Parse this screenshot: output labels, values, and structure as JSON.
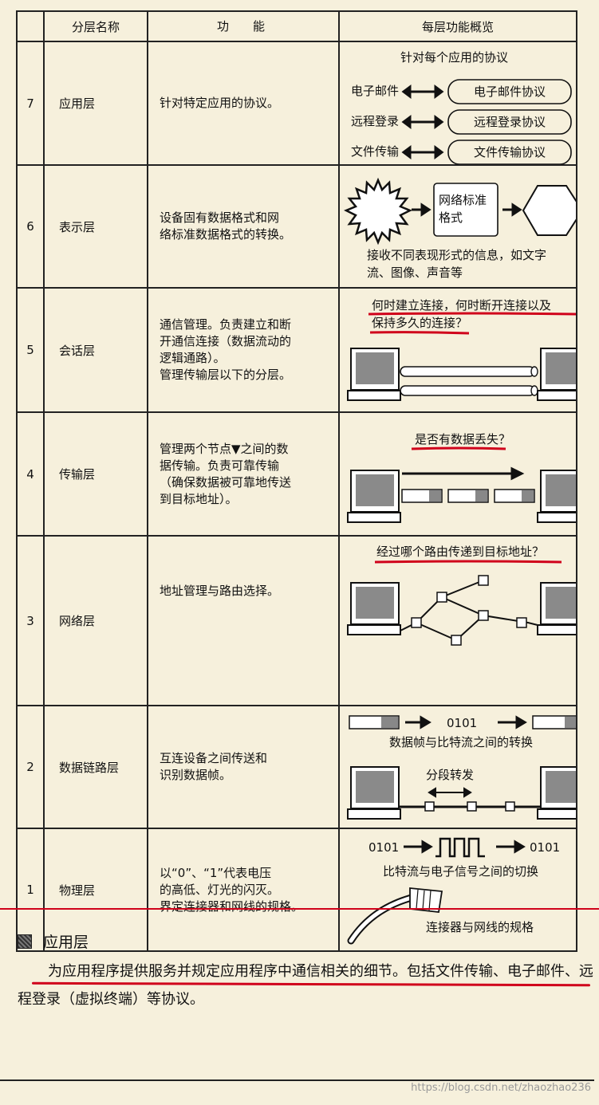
{
  "table": {
    "headers": [
      "",
      "分层名称",
      "功　　能",
      "每层功能概览"
    ],
    "rows": [
      {
        "num": "7",
        "name": "应用层",
        "func": "针对特定应用的协议。"
      },
      {
        "num": "6",
        "name": "表示层",
        "func": "设备固有数据格式和网\n络标准数据格式的转换。"
      },
      {
        "num": "5",
        "name": "会话层",
        "func": "通信管理。负责建立和断\n开通信连接（数据流动的\n逻辑通路）。\n管理传输层以下的分层。"
      },
      {
        "num": "4",
        "name": "传输层",
        "func": "管理两个节点▼之间的数\n据传输。负责可靠传输\n（确保数据被可靠地传送\n到目标地址）。"
      },
      {
        "num": "3",
        "name": "网络层",
        "func": "地址管理与路由选择。"
      },
      {
        "num": "2",
        "name": "数据链路层",
        "func": "互连设备之间传送和\n识别数据帧。"
      },
      {
        "num": "1",
        "name": "物理层",
        "func": "以“0”、“1”代表电压\n的高低、灯光的闪灭。\n界定连接器和网线的规格。"
      }
    ]
  },
  "diagrams": {
    "app": {
      "title": "针对每个应用的协议",
      "items": [
        {
          "left": "电子邮件",
          "right": "电子邮件协议"
        },
        {
          "left": "远程登录",
          "right": "远程登录协议"
        },
        {
          "left": "文件传输",
          "right": "文件传输协议"
        }
      ]
    },
    "presentation": {
      "box_line1": "网络标准",
      "box_line2": "格式",
      "caption_line1": "接收不同表现形式的信息，如文字",
      "caption_line2": "流、图像、声音等"
    },
    "session": {
      "question_line1": "何时建立连接，何时断开连接以及",
      "question_line2": "保持多久的连接？"
    },
    "transport": {
      "question": "是否有数据丢失？"
    },
    "network": {
      "question": "经过哪个路由传递到目标地址？"
    },
    "datalink": {
      "bits": "0101",
      "caption": "数据帧与比特流之间的转换",
      "segment_label": "分段转发"
    },
    "physical": {
      "bits_left": "0101",
      "bits_right": "0101",
      "caption": "比特流与电子信号之间的切换",
      "connector_caption": "连接器与网线的规格"
    }
  },
  "section": {
    "title": "应用层",
    "body": "为应用程序提供服务并规定应用程序中通信相关的细节。包括文件传输、电子邮件、远程登录（虚拟终端）等协议。"
  },
  "watermark": "https://blog.csdn.net/zhaozhao236",
  "colors": {
    "background": "#f6f0dc",
    "accent_red": "#d0021b",
    "ink": "#111111"
  }
}
